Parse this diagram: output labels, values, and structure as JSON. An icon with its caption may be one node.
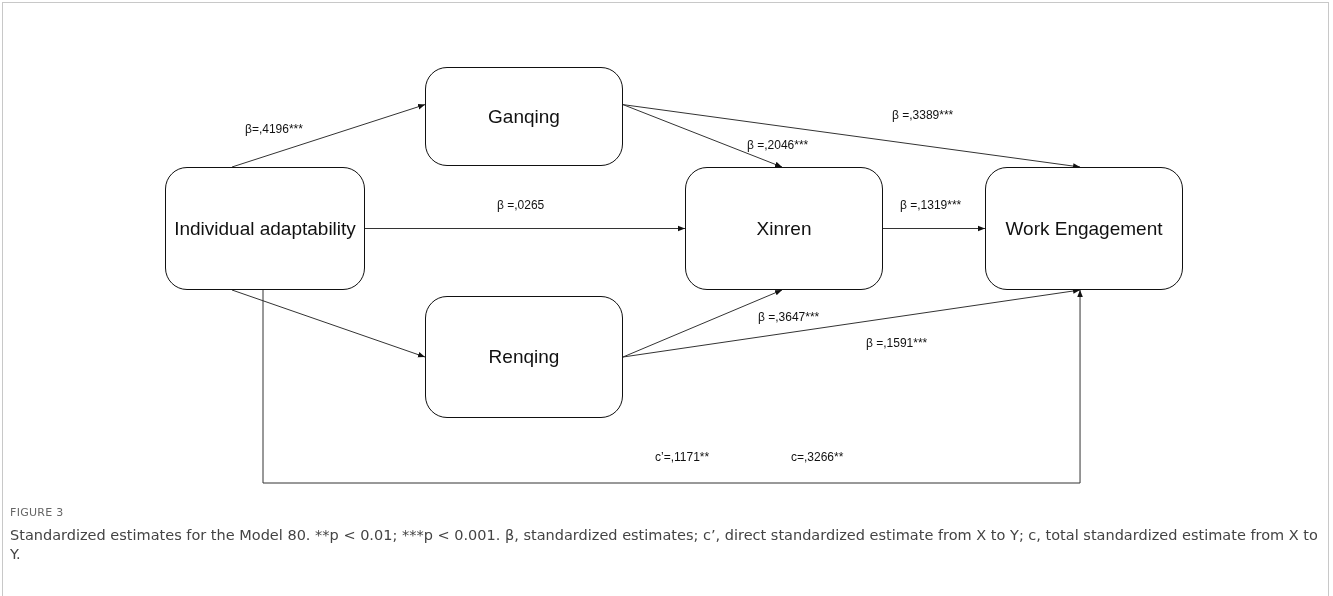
{
  "diagram": {
    "title": "FIGURE 3",
    "caption": "Standardized estimates for the Model 80. **p < 0.01; ***p < 0.001. β, standardized estimates; c’, direct standardized estimate from X to Y; c, total standardized estimate from X to Y.",
    "nodes": [
      {
        "text": [
          "Individual adaptability"
        ]
      },
      {
        "text": [
          "Ganqing"
        ]
      },
      {
        "text": [
          "Xinren"
        ]
      },
      {
        "text": [
          "Work Engagement"
        ]
      },
      {
        "text": [
          "Renqing"
        ]
      }
    ],
    "edges": [
      {
        "from": 0,
        "to": 1,
        "arrow": "to",
        "label": "β=,4196***"
      },
      {
        "from": 0,
        "to": 2,
        "arrow": "to",
        "label": "β =,0265"
      },
      {
        "from": 0,
        "to": 4,
        "arrow": "to"
      },
      {
        "from": 1,
        "to": 2,
        "arrow": "to",
        "label": "β =,2046***"
      },
      {
        "from": 1,
        "to": 3,
        "arrow": "to",
        "label": "β =,3389***"
      },
      {
        "from": 2,
        "to": 3,
        "arrow": "to",
        "label": "β =,1319***"
      },
      {
        "from": 4,
        "to": 2,
        "arrow": "to",
        "label": "β =,3647***"
      },
      {
        "from": 4,
        "to": 3,
        "arrow": "to",
        "label": "β =,1591***"
      },
      {
        "from": 0,
        "to": 3,
        "arrow": "to",
        "label": "c’=,1171**"
      }
    ],
    "labels": [
      "c=,3266**"
    ]
  }
}
